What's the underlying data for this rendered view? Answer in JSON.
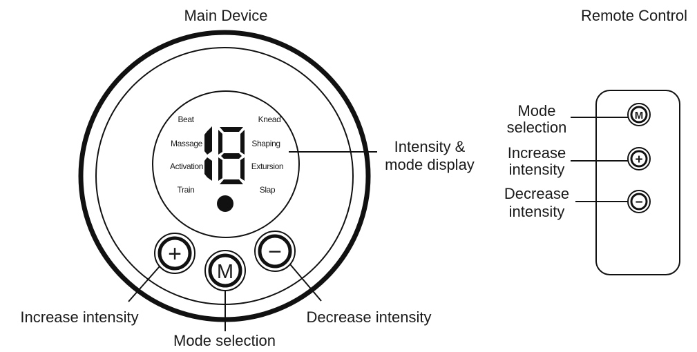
{
  "main_device": {
    "title": "Main Device",
    "display_modes": {
      "left": [
        "Beat",
        "Massage",
        "Activation",
        "Train"
      ],
      "right": [
        "Knead",
        "Shaping",
        "Extursion",
        "Slap"
      ]
    },
    "display_digit": "8",
    "buttons": {
      "increase_symbol": "+",
      "mode_symbol": "M",
      "decrease_symbol": "−"
    },
    "callouts": {
      "display_line1": "Intensity &",
      "display_line2": "mode display",
      "increase": "Increase intensity",
      "mode": "Mode selection",
      "decrease": "Decrease intensity"
    }
  },
  "remote_control": {
    "title": "Remote Control",
    "buttons": {
      "mode_symbol": "M",
      "increase_symbol": "+",
      "decrease_symbol": "−"
    },
    "callouts": {
      "mode_line1": "Mode",
      "mode_line2": "selection",
      "increase_line1": "Increase",
      "increase_line2": "intensity",
      "decrease_line1": "Decrease",
      "decrease_line2": "intensity"
    }
  },
  "colors": {
    "ink": "#111111",
    "background": "#ffffff"
  }
}
